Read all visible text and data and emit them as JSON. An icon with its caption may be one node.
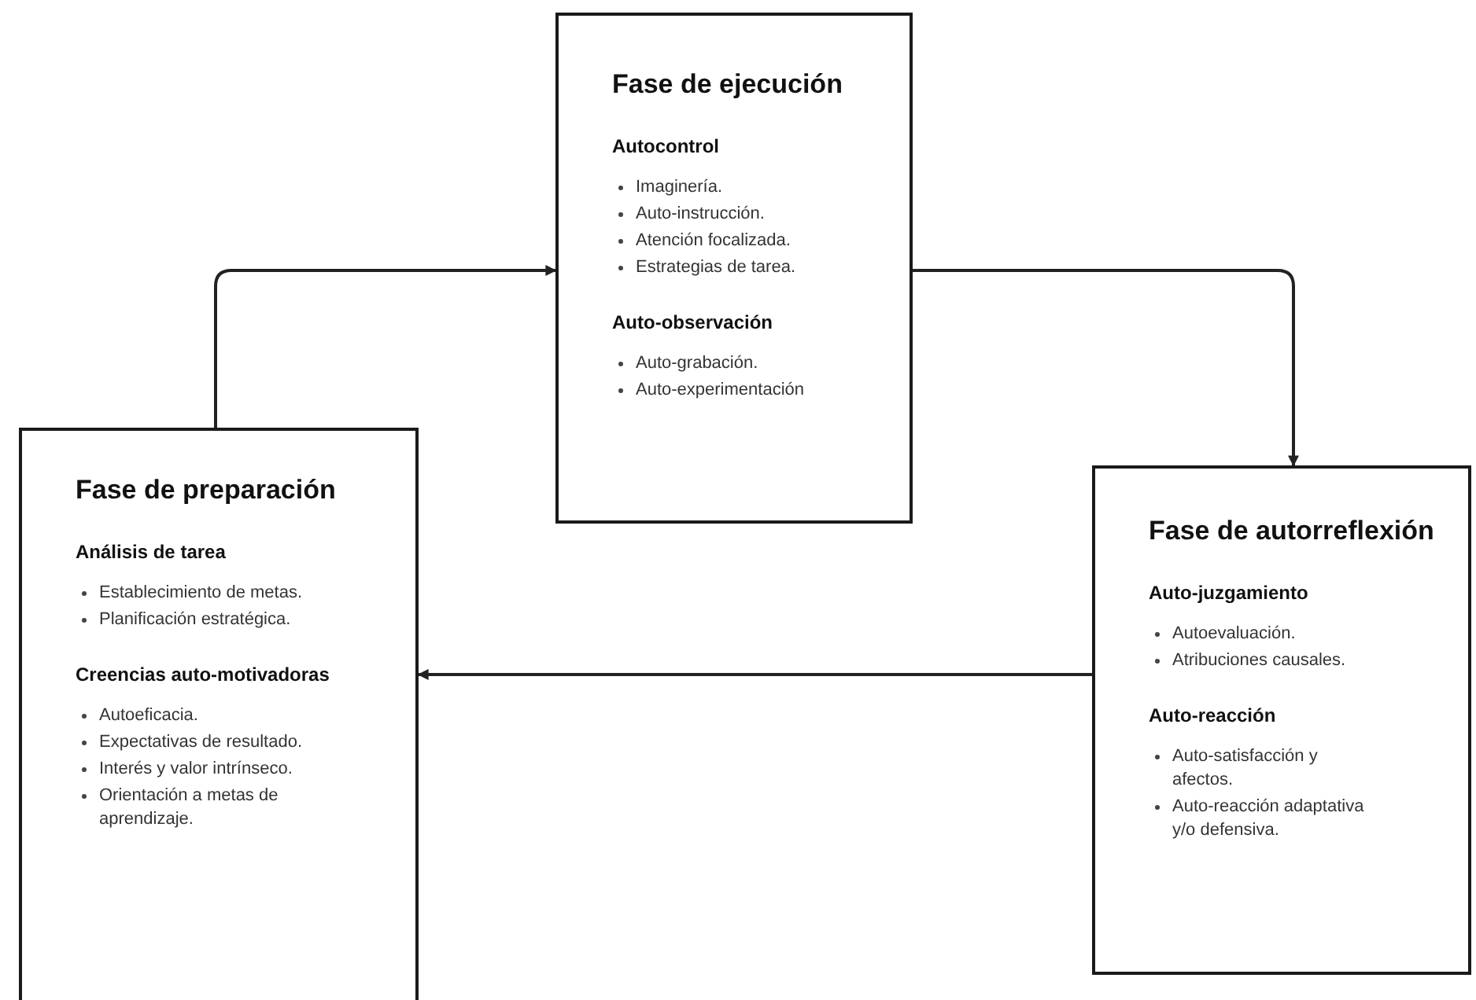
{
  "diagram": {
    "nodes": [
      {
        "text": [
          "Fase de ejecución",
          "Autocontrol",
          "Imaginería.",
          "Auto-instrucción.",
          "Atención focalizada.",
          "Estrategias de tarea.",
          "Auto-observación",
          "Auto-grabación.",
          "Auto-experimentación"
        ]
      },
      {
        "text": [
          "Fase de preparación",
          "Análisis de tarea",
          "Establecimiento de metas.",
          "Planificación estratégica.",
          "Creencias auto-motivadoras",
          "Autoeficacia.",
          "Expectativas de resultado.",
          "Interés y valor intrínseco.",
          "Orientación a metas de aprendizaje."
        ]
      },
      {
        "text": [
          "Fase de autorreflexión",
          "Auto-juzgamiento",
          "Autoevaluación.",
          "Atribuciones causales.",
          "Auto-reacción",
          "Auto-satisfacción y afectos.",
          "Auto-reacción adaptativa y/o defensiva."
        ]
      }
    ],
    "edges": [
      {
        "from": 1,
        "to": 0,
        "arrow": "to"
      },
      {
        "from": 0,
        "to": 2,
        "arrow": "to"
      },
      {
        "from": 2,
        "to": 1,
        "arrow": "to"
      }
    ]
  }
}
